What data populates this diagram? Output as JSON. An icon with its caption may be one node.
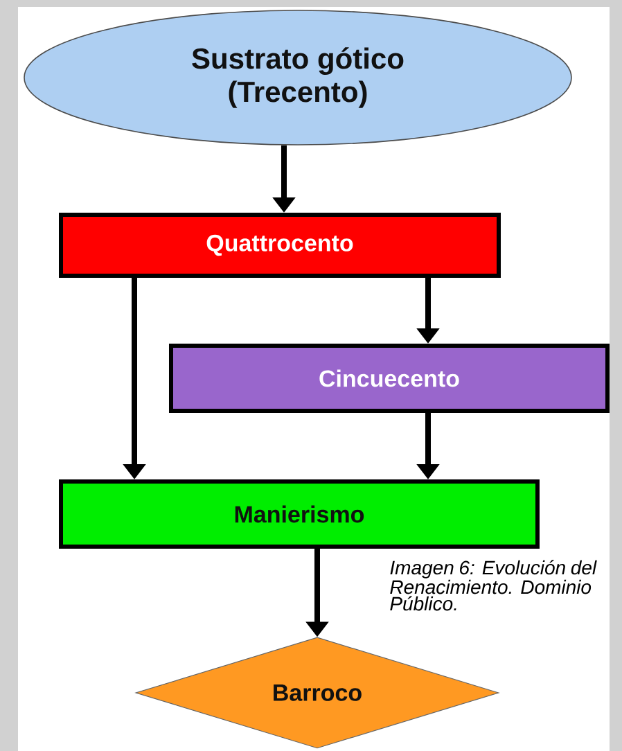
{
  "diagram": {
    "caption": "Imagen 6: Evolución del Renacimiento. Dominio Público.",
    "nodes": [
      {
        "text": [
          "Sustrato gótico (Trecento)"
        ]
      },
      {
        "text": [
          "Quattrocento"
        ]
      },
      {
        "text": [
          "Cincuecento"
        ]
      },
      {
        "text": [
          "Manierismo"
        ]
      },
      {
        "text": [
          "Barroco"
        ]
      }
    ],
    "edges": [
      {
        "from": 0,
        "to": 1,
        "arrow": "to"
      },
      {
        "from": 1,
        "to": 3,
        "arrow": "to"
      },
      {
        "from": 1,
        "to": 2,
        "arrow": "to"
      },
      {
        "from": 2,
        "to": 3,
        "arrow": "to"
      },
      {
        "from": 3,
        "to": 4,
        "arrow": "to"
      }
    ]
  }
}
